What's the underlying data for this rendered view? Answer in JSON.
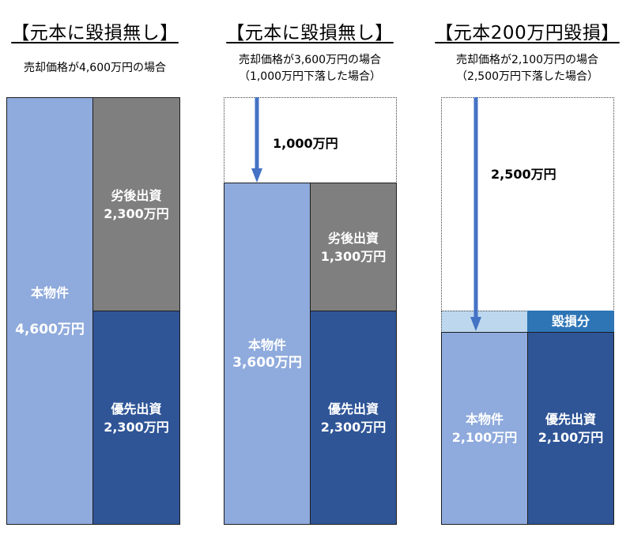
{
  "columns": [
    {
      "title": "【元本に毀損無し】",
      "subtitle": [
        "売却価格が4,600万円の場合"
      ],
      "property": {
        "label": "本物件",
        "value": "4,600万円"
      },
      "mezzanine": {
        "label": "劣後出資",
        "value": "2,300万円"
      },
      "senior": {
        "label": "優先出資",
        "value": "2,300万円"
      }
    },
    {
      "title": "【元本に毀損無し】",
      "subtitle": [
        "売却価格が3,600万円の場合",
        "（1,000万円下落した場合）"
      ],
      "drop": "1,000万円",
      "property": {
        "label": "本物件",
        "value": "3,600万円"
      },
      "mezzanine": {
        "label": "劣後出資",
        "value": "1,300万円"
      },
      "senior": {
        "label": "優先出資",
        "value": "2,300万円"
      }
    },
    {
      "title": "【元本200万円毀損】",
      "subtitle": [
        "売却価格が2,100万円の場合",
        "（2,500万円下落した場合）"
      ],
      "drop": "2,500万円",
      "loss_label": "毀損分",
      "property": {
        "label": "本物件",
        "value": "2,100万円"
      },
      "senior": {
        "label": "優先出資",
        "value": "2,100万円"
      }
    }
  ],
  "colors": {
    "property": "#8faadc",
    "mezzanine": "#7f7f7f",
    "senior": "#2f5597",
    "loss_fill": "#bdd7ee",
    "loss_label_bg": "#2e75b6",
    "arrow": "#4472c4"
  }
}
